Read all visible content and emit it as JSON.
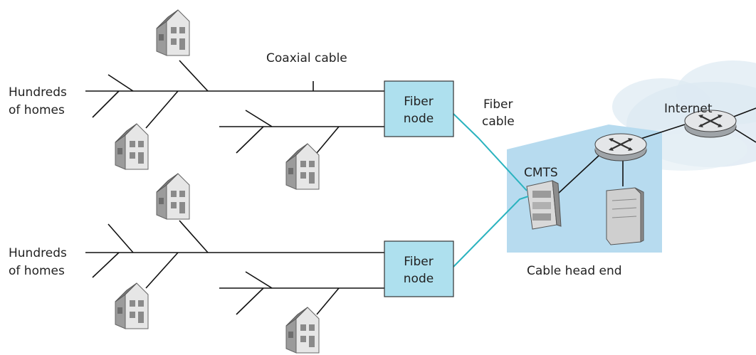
{
  "labels": {
    "coaxial_cable": "Coaxial cable",
    "fiber_cable_line1": "Fiber",
    "fiber_cable_line2": "cable",
    "internet": "Internet",
    "cmts": "CMTS",
    "cable_head_end": "Cable head end"
  },
  "home_groups": [
    {
      "line1": "Hundreds",
      "line2": "of homes"
    },
    {
      "line1": "Hundreds",
      "line2": "of homes"
    }
  ],
  "fiber_nodes": [
    {
      "line1": "Fiber",
      "line2": "node"
    },
    {
      "line1": "Fiber",
      "line2": "node"
    }
  ],
  "colors": {
    "fiber_node_fill": "#aee0ee",
    "fiber_cable": "#2bb3bf",
    "head_end_fill": "#b7dbef",
    "internet_cloud": "#dde9f2"
  }
}
